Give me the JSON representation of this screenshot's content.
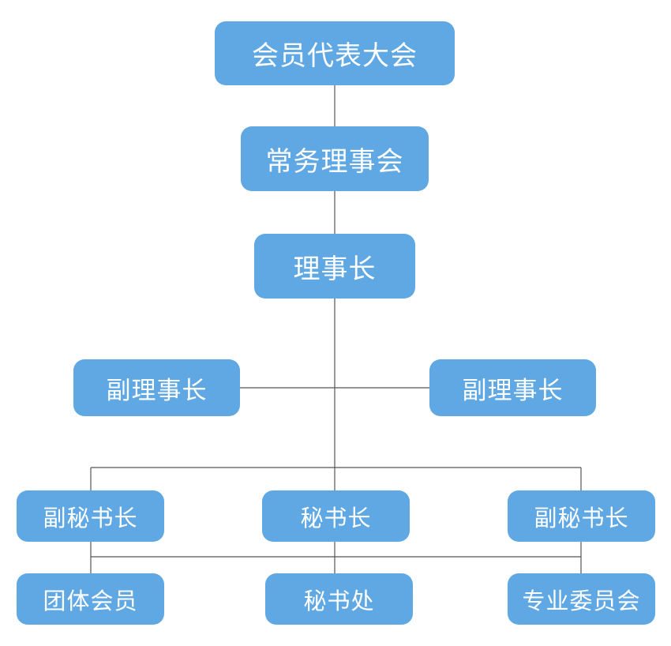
{
  "org_chart": {
    "member_assembly": "会员代表大会",
    "standing_council": "常务理事会",
    "chairman": "理事长",
    "vice_chairman_left": "副理事长",
    "vice_chairman_right": "副理事长",
    "deputy_secretary_left": "副秘书长",
    "secretary_general": "秘书长",
    "deputy_secretary_right": "副秘书长",
    "group_members": "团体会员",
    "secretariat": "秘书处",
    "special_committee": "专业委员会"
  },
  "colors": {
    "node_fill": "#5fa8e3",
    "node_text": "#ffffff",
    "connector": "#555555"
  }
}
